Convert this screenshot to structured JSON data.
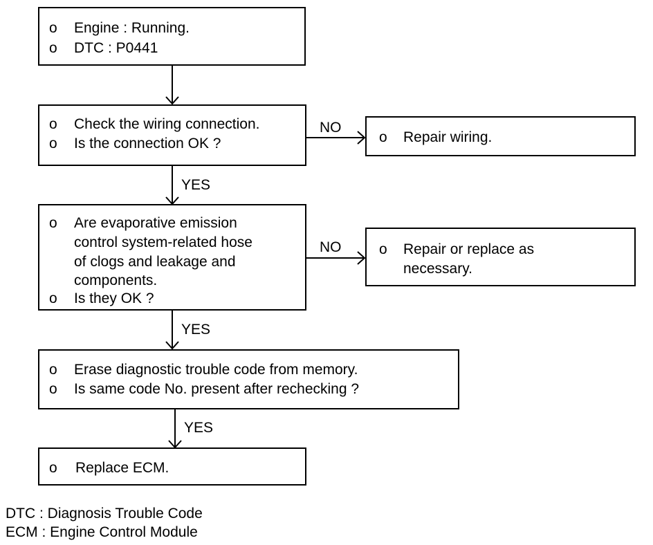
{
  "boxes": {
    "start": {
      "lines": [
        "Engine : Running.",
        "DTC : P0441"
      ]
    },
    "wiring": {
      "lines": [
        "Check the wiring connection.",
        "Is the connection OK ?"
      ]
    },
    "repair_wiring": {
      "lines": [
        "Repair wiring."
      ]
    },
    "evap": {
      "lines": [
        "Are evaporative emission",
        "control system-related hose",
        "of clogs and leakage and",
        "components.",
        "Is they OK ?"
      ]
    },
    "repair_replace": {
      "lines": [
        "Repair or replace as",
        "necessary."
      ]
    },
    "erase": {
      "lines": [
        "Erase diagnostic trouble code from memory.",
        "Is same code No. present after rechecking ?"
      ]
    },
    "replace_ecm": {
      "lines": [
        "Replace ECM."
      ]
    }
  },
  "bullet": "o",
  "labels": {
    "no1": "NO",
    "yes1": "YES",
    "no2": "NO",
    "yes2": "YES",
    "yes3": "YES"
  },
  "legend": [
    "DTC : Diagnosis Trouble Code",
    "ECM : Engine Control Module"
  ]
}
